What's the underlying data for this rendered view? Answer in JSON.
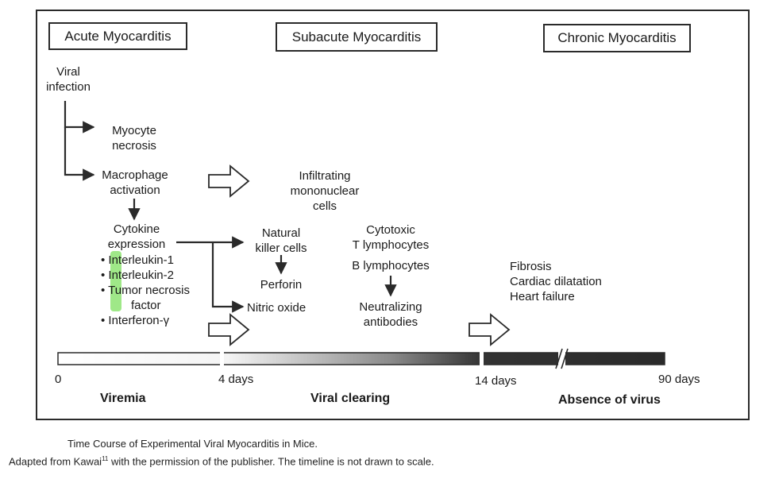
{
  "stages": {
    "acute": "Acute Myocarditis",
    "subacute": "Subacute Myocarditis",
    "chronic": "Chronic Myocarditis"
  },
  "acute": {
    "viral_infection": [
      "Viral",
      "infection"
    ],
    "myocyte_necrosis": [
      "Myocyte",
      "necrosis"
    ],
    "macrophage_activation": [
      "Macrophage",
      "activation"
    ],
    "cytokine_expression": [
      "Cytokine",
      "expression"
    ],
    "cytokines": [
      "• Interleukin-1",
      "• Interleukin-2",
      "• Tumor necrosis",
      "factor",
      "• Interferon-γ"
    ]
  },
  "subacute": {
    "infiltrating": [
      "Infiltrating",
      "mononuclear",
      "cells"
    ],
    "natural_killer": [
      "Natural",
      "killer cells"
    ],
    "perforin": "Perforin",
    "nitric_oxide": "Nitric oxide",
    "cytotoxic": [
      "Cytotoxic",
      "T lymphocytes"
    ],
    "b_lymphocytes": "B lymphocytes",
    "neutralizing": [
      "Neutralizing",
      "antibodies"
    ]
  },
  "chronic": {
    "outcomes": [
      "Fibrosis",
      "Cardiac dilatation",
      "Heart failure"
    ]
  },
  "timeline": {
    "ticks": [
      "0",
      "4 days",
      "14 days",
      "90 days"
    ],
    "phases": [
      "Viremia",
      "Viral clearing",
      "Absence of virus"
    ]
  },
  "caption": {
    "title": "Time Course of Experimental Viral Myocarditis in Mice.",
    "note_before": "Adapted from Kawai",
    "note_sup": "11",
    "note_after": " with the permission of the publisher. The timeline is not drawn to scale."
  },
  "colors": {
    "ink": "#2a2a2a",
    "highlight": "#7fe060",
    "timeline_light": "#ffffff",
    "timeline_dark": "#2e2e2e"
  }
}
